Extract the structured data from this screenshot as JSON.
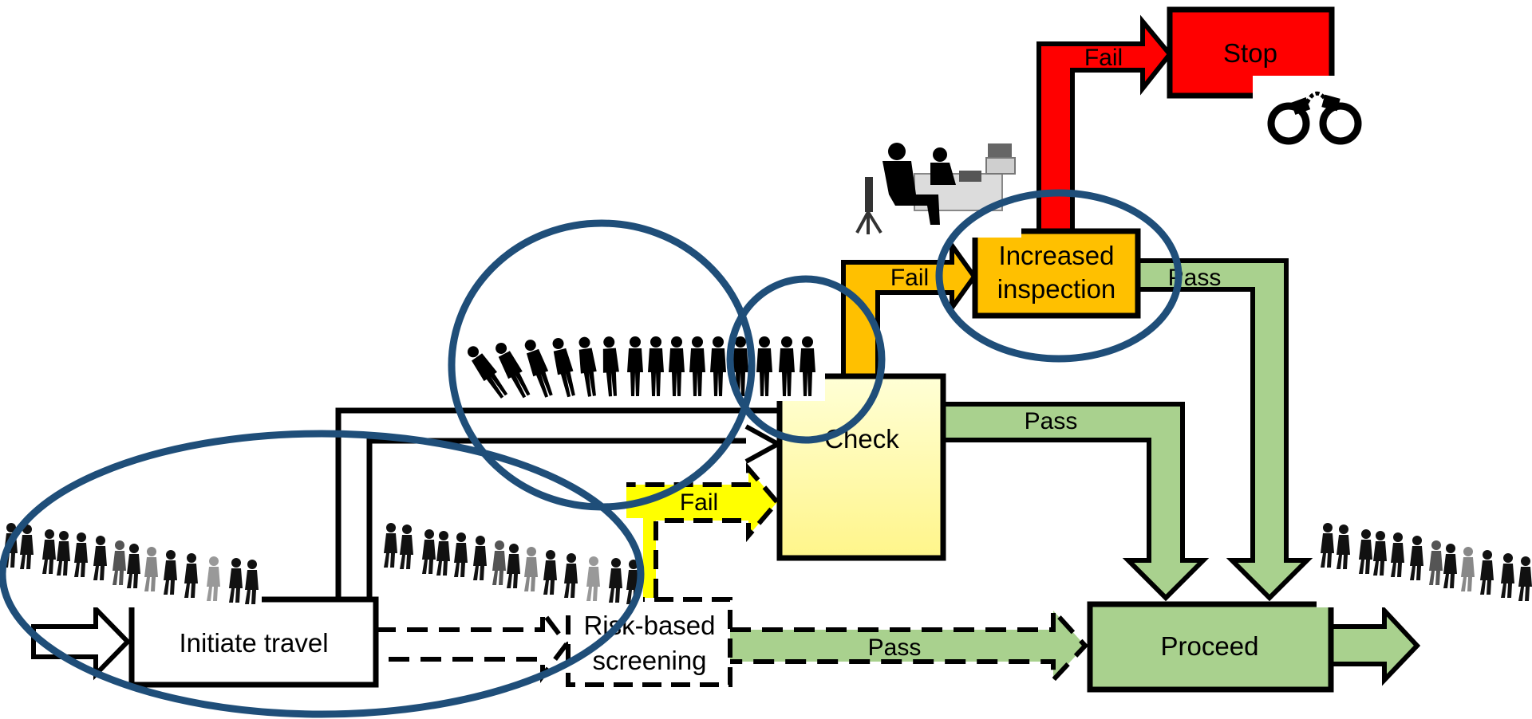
{
  "diagram": {
    "nodes": {
      "initiate_travel": "Initiate travel",
      "risk_screening_line1": "Risk-based",
      "risk_screening_line2": "screening",
      "check": "Check",
      "increased_inspection_line1": "Increased",
      "increased_inspection_line2": "inspection",
      "stop": "Stop",
      "proceed": "Proceed"
    },
    "edges": {
      "screening_fail": "Fail",
      "screening_pass": "Pass",
      "check_fail": "Fail",
      "check_pass": "Pass",
      "inspection_fail": "Fail",
      "inspection_pass": "Pass"
    },
    "icons": {
      "crowd": "walking-crowd-silhouette-icon",
      "queue": "queue-silhouette-icon",
      "interview": "interview-desk-icon",
      "handcuffs": "handcuffs-icon"
    },
    "colors": {
      "stop": "#ff0000",
      "inspection": "#ffc000",
      "fail_yellow": "#ffff00",
      "check_fill": "#ffff9e",
      "pass_green": "#a9d18e",
      "highlight_ring": "#1f4e79"
    }
  }
}
